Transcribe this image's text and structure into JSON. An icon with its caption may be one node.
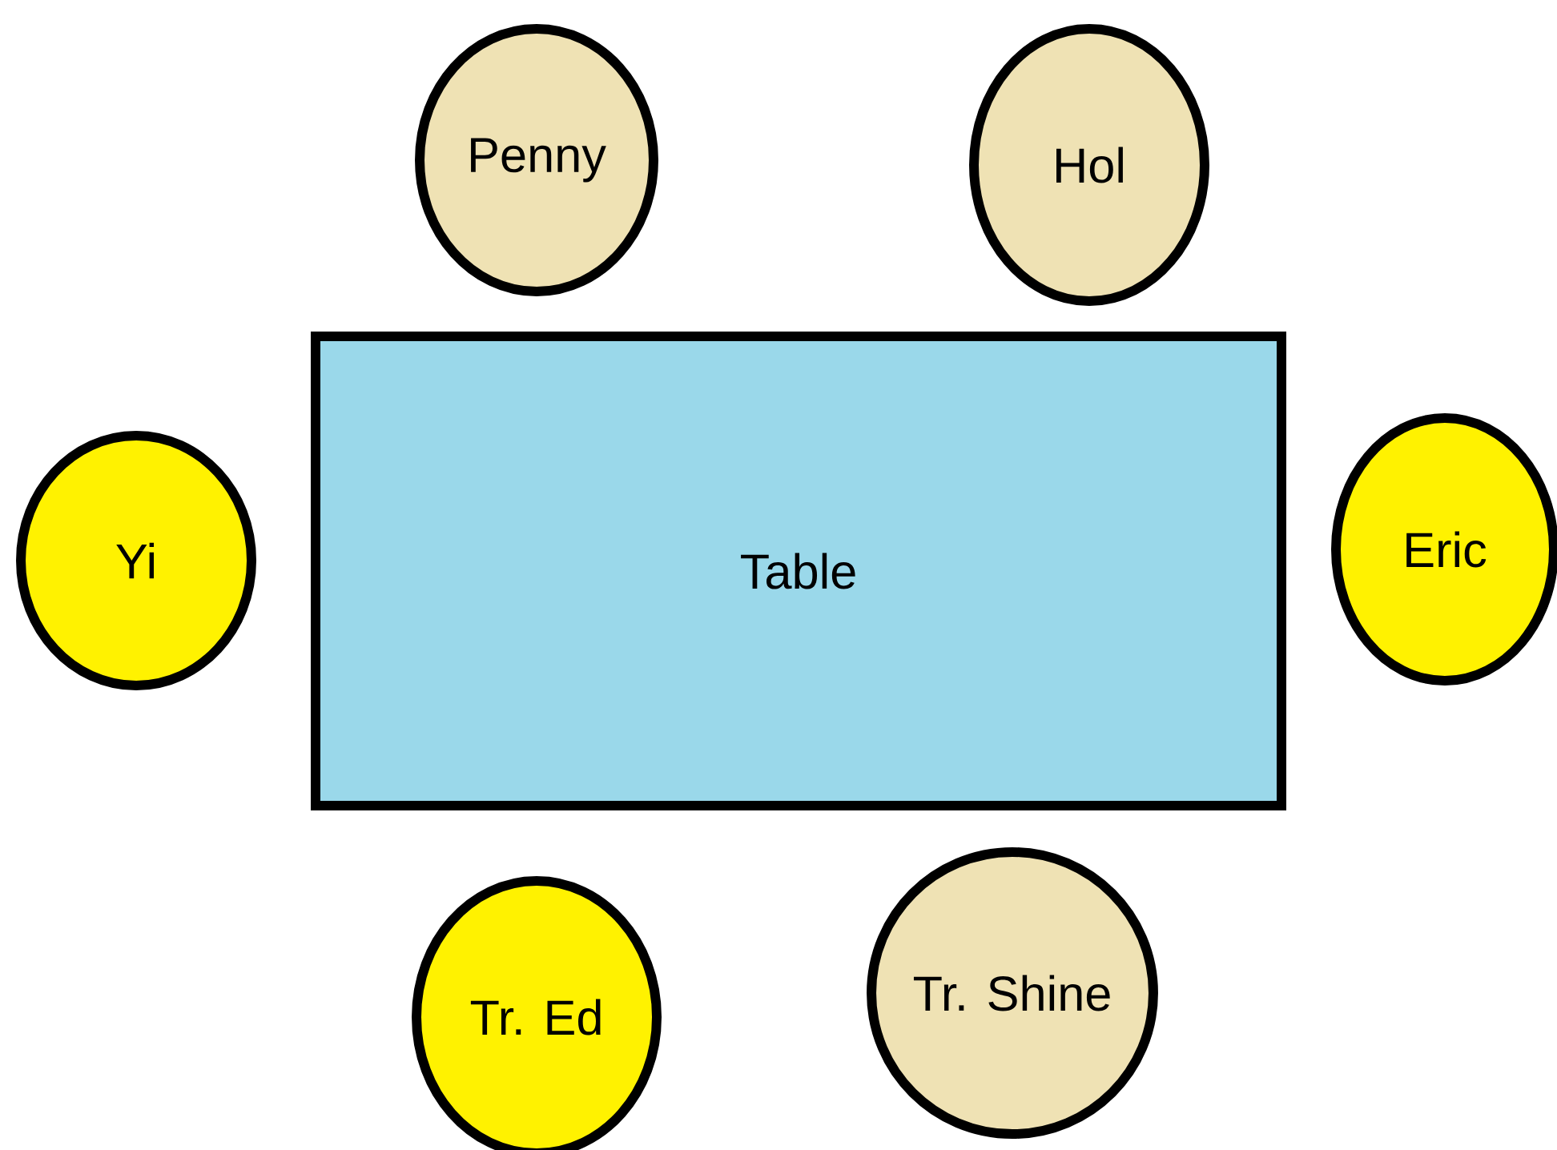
{
  "diagram": {
    "nodes": [
      {
        "text": [
          "Penny"
        ]
      },
      {
        "text": [
          "Hol"
        ]
      },
      {
        "text": [
          "Yi"
        ]
      },
      {
        "text": [
          "Table"
        ]
      },
      {
        "text": [
          "Eric"
        ]
      },
      {
        "text": [
          "Tr. Ed"
        ]
      },
      {
        "text": [
          "Tr. Shine"
        ]
      }
    ]
  }
}
